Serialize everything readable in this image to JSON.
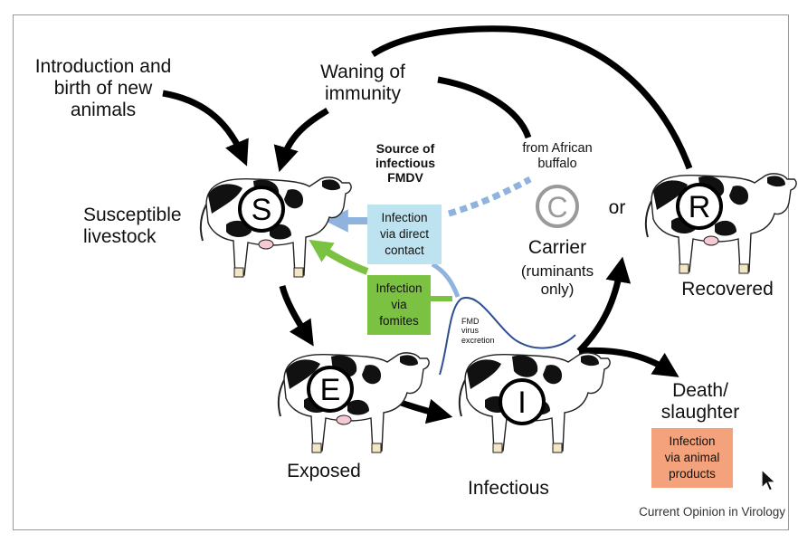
{
  "colors": {
    "arrow": "#000000",
    "direct_contact_arrow": "#8fb3dc",
    "carrier_dash": "#8fb3dc",
    "fomite_arrow": "#7cc242",
    "direct_contact_box": "#bde3f0",
    "fomite_box": "#7cc242",
    "animal_products_box": "#f4a27b",
    "excretion_curve": "#2f4f8f",
    "carrier_circle": "#9a9a9a",
    "state_circle": "#000000"
  },
  "nodes": {
    "S": {
      "letter": "S",
      "label": "Susceptible\nlivestock"
    },
    "E": {
      "letter": "E",
      "label": "Exposed"
    },
    "I": {
      "letter": "I",
      "label": "Infectious"
    },
    "R": {
      "letter": "R",
      "label": "Recovered"
    },
    "C": {
      "letter": "C",
      "label": "Carrier",
      "sublabel": "(ruminants\nonly)"
    }
  },
  "labels": {
    "introduction": "Introduction and\nbirth of new\nanimals",
    "waning": "Waning of\nimmunity",
    "source_title": "Source of\ninfectious\nFMDV",
    "african_buffalo": "from African\nbuffalo",
    "or": "or",
    "death": "Death/\nslaughter",
    "virus_excretion": "FMD\nvirus\nexcretion",
    "credit": "Current Opinion in Virology"
  },
  "boxes": {
    "direct_contact": "Infection\nvia direct\ncontact",
    "fomites": "Infection\nvia\nfomites",
    "animal_products": "Infection\nvia animal\nproducts"
  }
}
